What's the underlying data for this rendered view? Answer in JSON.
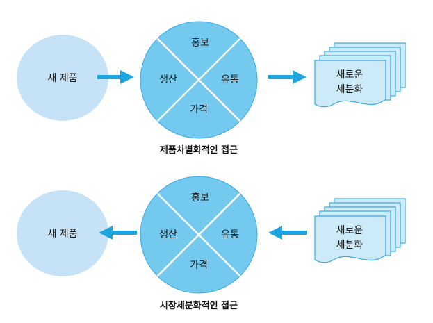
{
  "colors": {
    "ellipse_fill": "#c6e2f6",
    "circle_fill": "#74c9ef",
    "circle_stroke": "#3aa9e0",
    "arrow": "#1ea4de",
    "page_fill": "#cdeaf8",
    "page_stroke": "#3aa9e0"
  },
  "top": {
    "product": "새 제품",
    "segments": {
      "top": "홍보",
      "left": "생산",
      "right": "유통",
      "bottom": "가격"
    },
    "target_line1": "새로운",
    "target_line2": "세분화",
    "caption": "제품차별화적인 접근"
  },
  "bottom": {
    "product": "새 제품",
    "segments": {
      "top": "홍보",
      "left": "생산",
      "right": "유통",
      "bottom": "가격"
    },
    "target_line1": "새로운",
    "target_line2": "세분화",
    "caption": "시장세분화적인 접근"
  }
}
